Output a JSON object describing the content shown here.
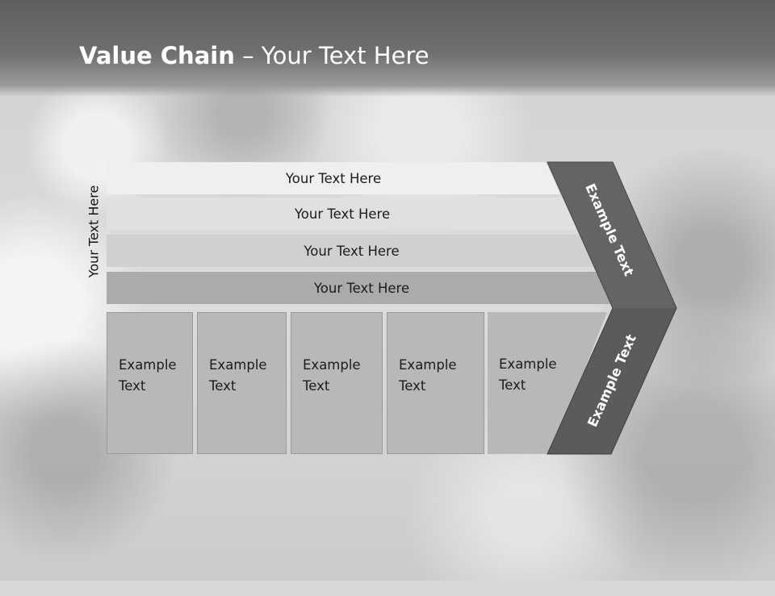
{
  "slide": {
    "title_bold": "Value Chain",
    "title_rest": " – Your Text Here"
  },
  "diagram": {
    "side_label": "Your Text Here",
    "bands": [
      {
        "label": "Your Text Here",
        "fill": "#efefef"
      },
      {
        "label": "Your Text Here",
        "fill": "#e0e0e0"
      },
      {
        "label": "Your Text Here",
        "fill": "#d0d0d0"
      },
      {
        "label": "Your Text Here",
        "fill": "#ababab"
      }
    ],
    "columns": [
      {
        "line1": "Example",
        "line2": "Text"
      },
      {
        "line1": "Example",
        "line2": "Text"
      },
      {
        "line1": "Example",
        "line2": "Text"
      },
      {
        "line1": "Example",
        "line2": "Text"
      },
      {
        "line1": "Example",
        "line2": "Text"
      }
    ],
    "chevron": {
      "upper_label": "Example Text",
      "lower_label": "Example Text",
      "fill": "#5b5b5b"
    }
  }
}
